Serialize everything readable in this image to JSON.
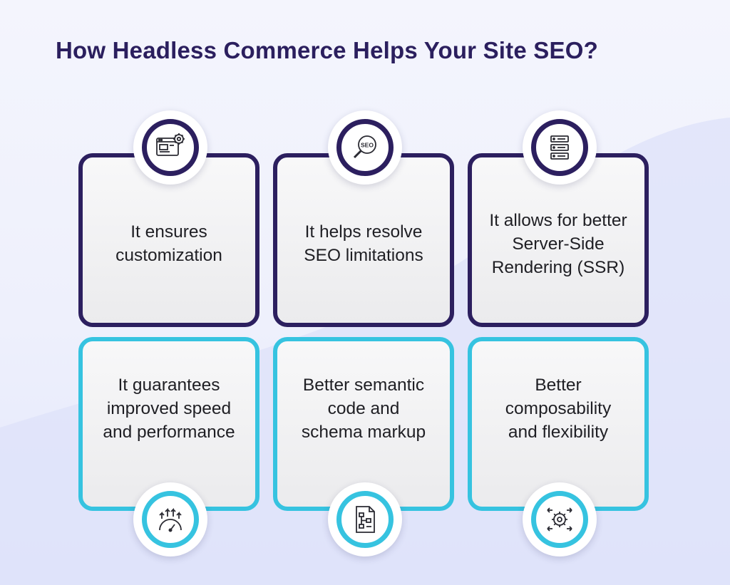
{
  "title": "How Headless Commerce Helps Your Site SEO?",
  "colors": {
    "title": "#2b1f5e",
    "top_border": "#2c1f5f",
    "bottom_border": "#36c3e0",
    "card_bg": "#f2f2f3",
    "page_bg": "#eef0fc"
  },
  "cards": [
    {
      "text": "It ensures\ncustomization",
      "icon": "browser-settings-icon",
      "seo_badge": ""
    },
    {
      "text": "It helps resolve\nSEO limitations",
      "icon": "seo-magnifier-icon",
      "seo_badge": "SEO"
    },
    {
      "text": "It allows for better\nServer-Side\nRendering (SSR)",
      "icon": "server-rack-icon",
      "seo_badge": ""
    },
    {
      "text": "It guarantees\nimproved speed\nand performance",
      "icon": "speed-gauge-icon",
      "seo_badge": ""
    },
    {
      "text": "Better semantic\ncode and\nschema markup",
      "icon": "schema-document-icon",
      "seo_badge": ""
    },
    {
      "text": "Better\ncomposability\nand flexibility",
      "icon": "composability-gear-icon",
      "seo_badge": ""
    }
  ]
}
